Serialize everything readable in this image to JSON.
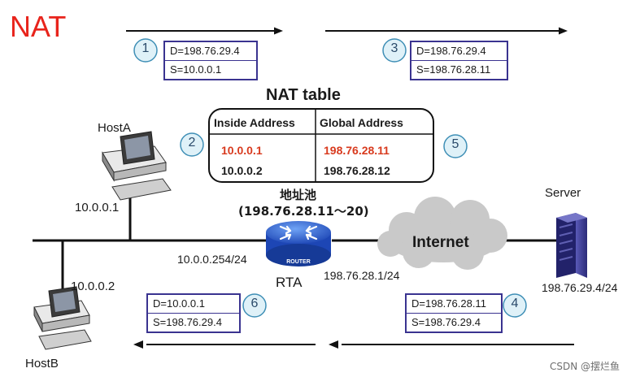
{
  "title": "NAT",
  "nat_table": {
    "title": "NAT table",
    "headers": [
      "Inside Address",
      "Global Address"
    ],
    "rows": [
      {
        "inside": "10.0.0.1",
        "global": "198.76.28.11",
        "highlight": true
      },
      {
        "inside": "10.0.0.2",
        "global": "198.76.28.12",
        "highlight": false
      }
    ]
  },
  "steps": [
    "1",
    "2",
    "3",
    "4",
    "5",
    "6"
  ],
  "packets": {
    "p1": {
      "dst": "D=198.76.29.4",
      "src": "S=10.0.0.1"
    },
    "p3": {
      "dst": "D=198.76.29.4",
      "src": "S=198.76.28.11"
    },
    "p4": {
      "dst": "D=198.76.28.11",
      "src": "S=198.76.29.4"
    },
    "p6": {
      "dst": "D=10.0.0.1",
      "src": "S=198.76.29.4"
    }
  },
  "pool": {
    "label": "地址池",
    "range": "(198.76.28.11～20)"
  },
  "hosts": {
    "hosta": {
      "name": "HostA",
      "ip": "10.0.0.1"
    },
    "hostb": {
      "name": "HostB",
      "ip": "10.0.0.2"
    },
    "server": {
      "name": "Server",
      "ip": "198.76.29.4/24"
    }
  },
  "router": {
    "name": "RTA",
    "badge": "ROUTER",
    "inside_ip": "10.0.0.254/24",
    "outside_ip": "198.76.28.1/24"
  },
  "cloud": {
    "label": "Internet"
  },
  "watermark": "CSDN @摆烂鱼",
  "colors": {
    "title": "#e8241c",
    "nat_highlight": "#d83a1e",
    "badge_fill": "#dff1f8",
    "badge_stroke": "#3f8fb6",
    "packet_border": "#3a3390",
    "router": "#2f5fd0",
    "cloud": "#c9c9c9",
    "server": "#3b3b8c"
  },
  "icons": {
    "router": "router-icon",
    "cloud": "cloud-icon",
    "host": "desktop-computer-icon",
    "server": "server-tower-icon"
  }
}
